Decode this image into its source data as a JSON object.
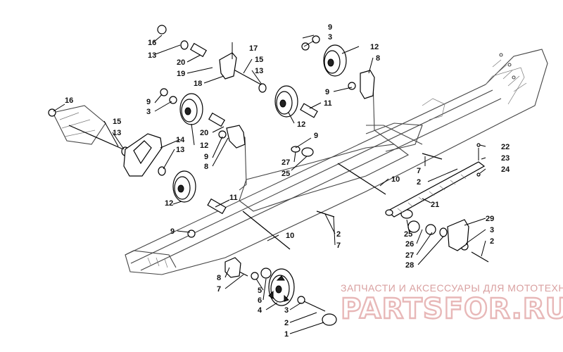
{
  "callouts": [
    {
      "id": "c16a",
      "text": "16"
    },
    {
      "id": "c13a",
      "text": "13"
    },
    {
      "id": "c20a",
      "text": "20"
    },
    {
      "id": "c19",
      "text": "19"
    },
    {
      "id": "c18",
      "text": "18"
    },
    {
      "id": "c17",
      "text": "17"
    },
    {
      "id": "c15a",
      "text": "15"
    },
    {
      "id": "c13b",
      "text": "13"
    },
    {
      "id": "c9a",
      "text": "9"
    },
    {
      "id": "c3a",
      "text": "3"
    },
    {
      "id": "c12a",
      "text": "12"
    },
    {
      "id": "c8a",
      "text": "8"
    },
    {
      "id": "c9b",
      "text": "9"
    },
    {
      "id": "c11a",
      "text": "11"
    },
    {
      "id": "c12b",
      "text": "12"
    },
    {
      "id": "c9c",
      "text": "9"
    },
    {
      "id": "c3b",
      "text": "3"
    },
    {
      "id": "c16b",
      "text": "16"
    },
    {
      "id": "c15b",
      "text": "15"
    },
    {
      "id": "c13c",
      "text": "13"
    },
    {
      "id": "c14",
      "text": "14"
    },
    {
      "id": "c13d",
      "text": "13"
    },
    {
      "id": "c20b",
      "text": "20"
    },
    {
      "id": "c12c",
      "text": "12"
    },
    {
      "id": "c9d",
      "text": "9"
    },
    {
      "id": "c8b",
      "text": "8"
    },
    {
      "id": "c9e",
      "text": "9"
    },
    {
      "id": "c27a",
      "text": "27"
    },
    {
      "id": "c25a",
      "text": "25"
    },
    {
      "id": "c7a",
      "text": "7"
    },
    {
      "id": "c22",
      "text": "22"
    },
    {
      "id": "c23",
      "text": "23"
    },
    {
      "id": "c24",
      "text": "24"
    },
    {
      "id": "c2a",
      "text": "2"
    },
    {
      "id": "c10a",
      "text": "10"
    },
    {
      "id": "c11b",
      "text": "11"
    },
    {
      "id": "c12d",
      "text": "12"
    },
    {
      "id": "c21",
      "text": "21"
    },
    {
      "id": "c9f",
      "text": "9"
    },
    {
      "id": "c10b",
      "text": "10"
    },
    {
      "id": "c2b",
      "text": "2"
    },
    {
      "id": "c7b",
      "text": "7"
    },
    {
      "id": "c29",
      "text": "29"
    },
    {
      "id": "c25b",
      "text": "25"
    },
    {
      "id": "c26",
      "text": "26"
    },
    {
      "id": "c27b",
      "text": "27"
    },
    {
      "id": "c28",
      "text": "28"
    },
    {
      "id": "c3c",
      "text": "3"
    },
    {
      "id": "c2c",
      "text": "2"
    },
    {
      "id": "c8c",
      "text": "8"
    },
    {
      "id": "c7c",
      "text": "7"
    },
    {
      "id": "c5",
      "text": "5"
    },
    {
      "id": "c6",
      "text": "6"
    },
    {
      "id": "c4",
      "text": "4"
    },
    {
      "id": "c3d",
      "text": "3"
    },
    {
      "id": "c2d",
      "text": "2"
    },
    {
      "id": "c1",
      "text": "1"
    }
  ],
  "watermark": {
    "caption": "ЗАПЧАСТИ И АКСЕССУАРЫ ДЛЯ МОТОТЕХНИКИ",
    "brand": "PARTSFOR.RU"
  }
}
